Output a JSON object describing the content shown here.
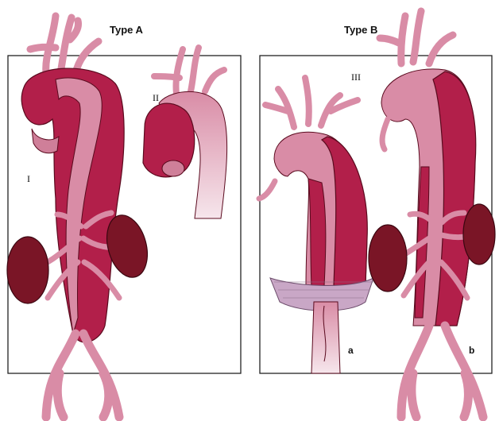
{
  "titles": {
    "type_a": "Type A",
    "type_b": "Type B"
  },
  "subtype_labels": {
    "one": "I",
    "two": "II",
    "three": "III",
    "a": "a",
    "b": "b"
  },
  "colors": {
    "aorta_pink": "#d98ca6",
    "aorta_light": "#e8b4c6",
    "false_lumen": "#b21f4a",
    "false_lumen_dark": "#8f1434",
    "kidney": "#7a1526",
    "branch": "#cf7f99",
    "frame": "#222222",
    "diaphragm": "#c9a7c6"
  }
}
